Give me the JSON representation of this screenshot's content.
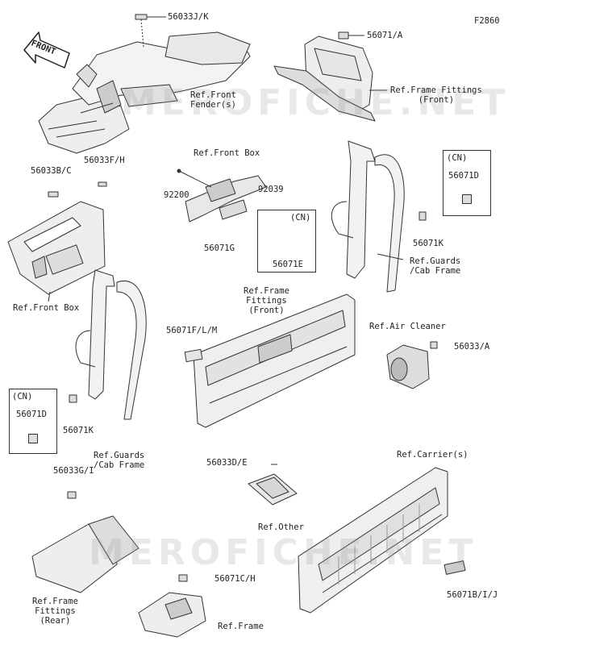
{
  "figure_code": "F2860",
  "front_arrow": "FRONT",
  "watermark": "MEROFICHE.NET",
  "labels": {
    "p56033JK": "56033J/K",
    "p56071A": "56071/A",
    "refFrontFender": "Ref.Front\nFender(s)",
    "refFrameFittingsFrontTop": "Ref.Frame Fittings\n(Front)",
    "p56033BC": "56033B/C",
    "p56033FH": "56033F/H",
    "refFrontBoxTop": "Ref.Front Box",
    "p92200": "92200",
    "p92039": "92039",
    "cnA": "(CN)",
    "p56071E": "56071E",
    "p56071G": "56071G",
    "cnB": "(CN)",
    "p56071D_right": "56071D",
    "p56071K_right": "56071K",
    "refGuardsRight": "Ref.Guards\n/Cab Frame",
    "refFrontBoxLeft": "Ref.Front Box",
    "refFrameFittingsFrontMid": "Ref.Frame\nFittings\n(Front)",
    "p56071FLM": "56071F/L/M",
    "refAirCleaner": "Ref.Air Cleaner",
    "p56033A": "56033/A",
    "cnC": "(CN)",
    "p56071D_left": "56071D",
    "p56071K_left": "56071K",
    "refGuardsLeft": "Ref.Guards\n/Cab Frame",
    "p56033DE": "56033D/E",
    "refCarrier": "Ref.Carrier(s)",
    "p56033GI": "56033G/I",
    "refOther": "Ref.Other",
    "p56071CH": "56071C/H",
    "refFrameFittingsRear": "Ref.Frame\nFittings\n(Rear)",
    "p56071BIJ": "56071B/I/J",
    "refFrame": "Ref.Frame"
  }
}
